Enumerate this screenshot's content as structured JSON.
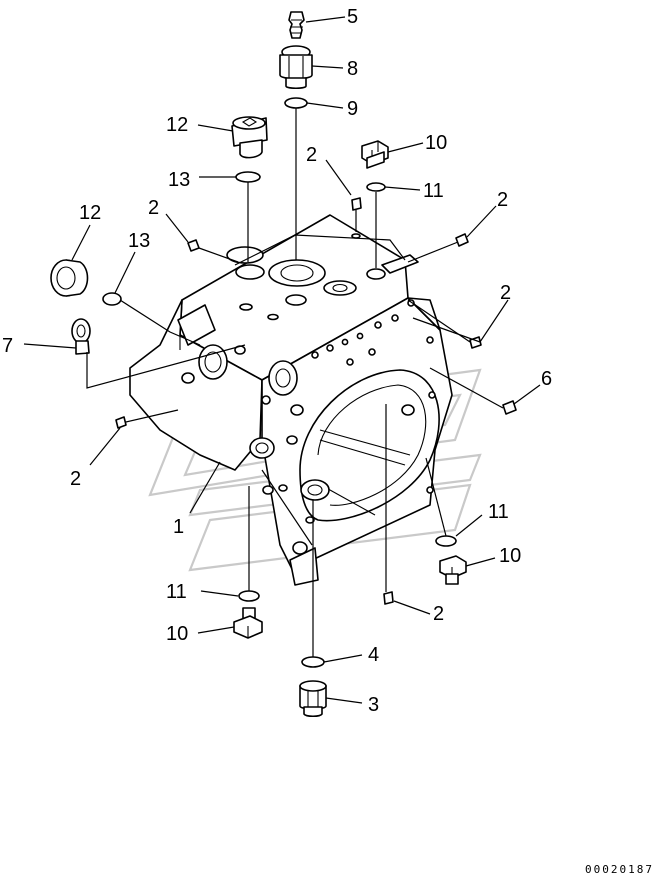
{
  "callouts": {
    "c5": "5",
    "c8": "8",
    "c9": "9",
    "c12a": "12",
    "c10a": "10",
    "c2a": "2",
    "c13a": "13",
    "c11a": "11",
    "c2b": "2",
    "c2c": "2",
    "c12b": "12",
    "c13b": "13",
    "c2d": "2",
    "c7": "7",
    "c6": "6",
    "c2e": "2",
    "c1": "1",
    "c11b": "11",
    "c10b": "10",
    "c11c": "11",
    "c10c": "10",
    "c2f": "2",
    "c4": "4",
    "c3": "3"
  },
  "document_number": "00020187"
}
